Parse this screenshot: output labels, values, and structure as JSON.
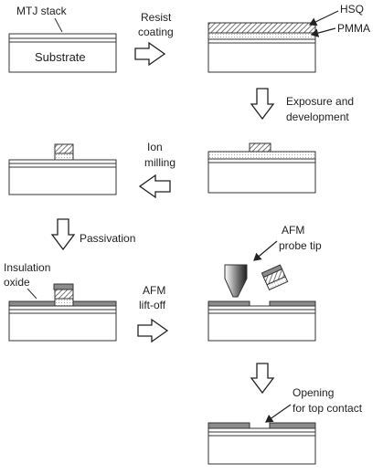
{
  "diagram": {
    "labels": {
      "mtj_stack": "MTJ stack",
      "substrate": "Substrate",
      "resist_coating_1": "Resist",
      "resist_coating_2": "coating",
      "hsq": "HSQ",
      "pmma": "PMMA",
      "exposure_1": "Exposure and",
      "exposure_2": "development",
      "ion_milling_1": "Ion",
      "ion_milling_2": "milling",
      "passivation": "Passivation",
      "insulation_1": "Insulation",
      "insulation_2": "oxide",
      "afm_tip_1": "AFM",
      "afm_tip_2": "probe tip",
      "afm_liftoff_1": "AFM",
      "afm_liftoff_2": "lift-off",
      "opening_1": "Opening",
      "opening_2": "for top contact"
    },
    "colors": {
      "substrate": "#ffffff",
      "stroke": "#333333",
      "oxide": "#8c8c8c",
      "hatch": "#555555"
    }
  }
}
